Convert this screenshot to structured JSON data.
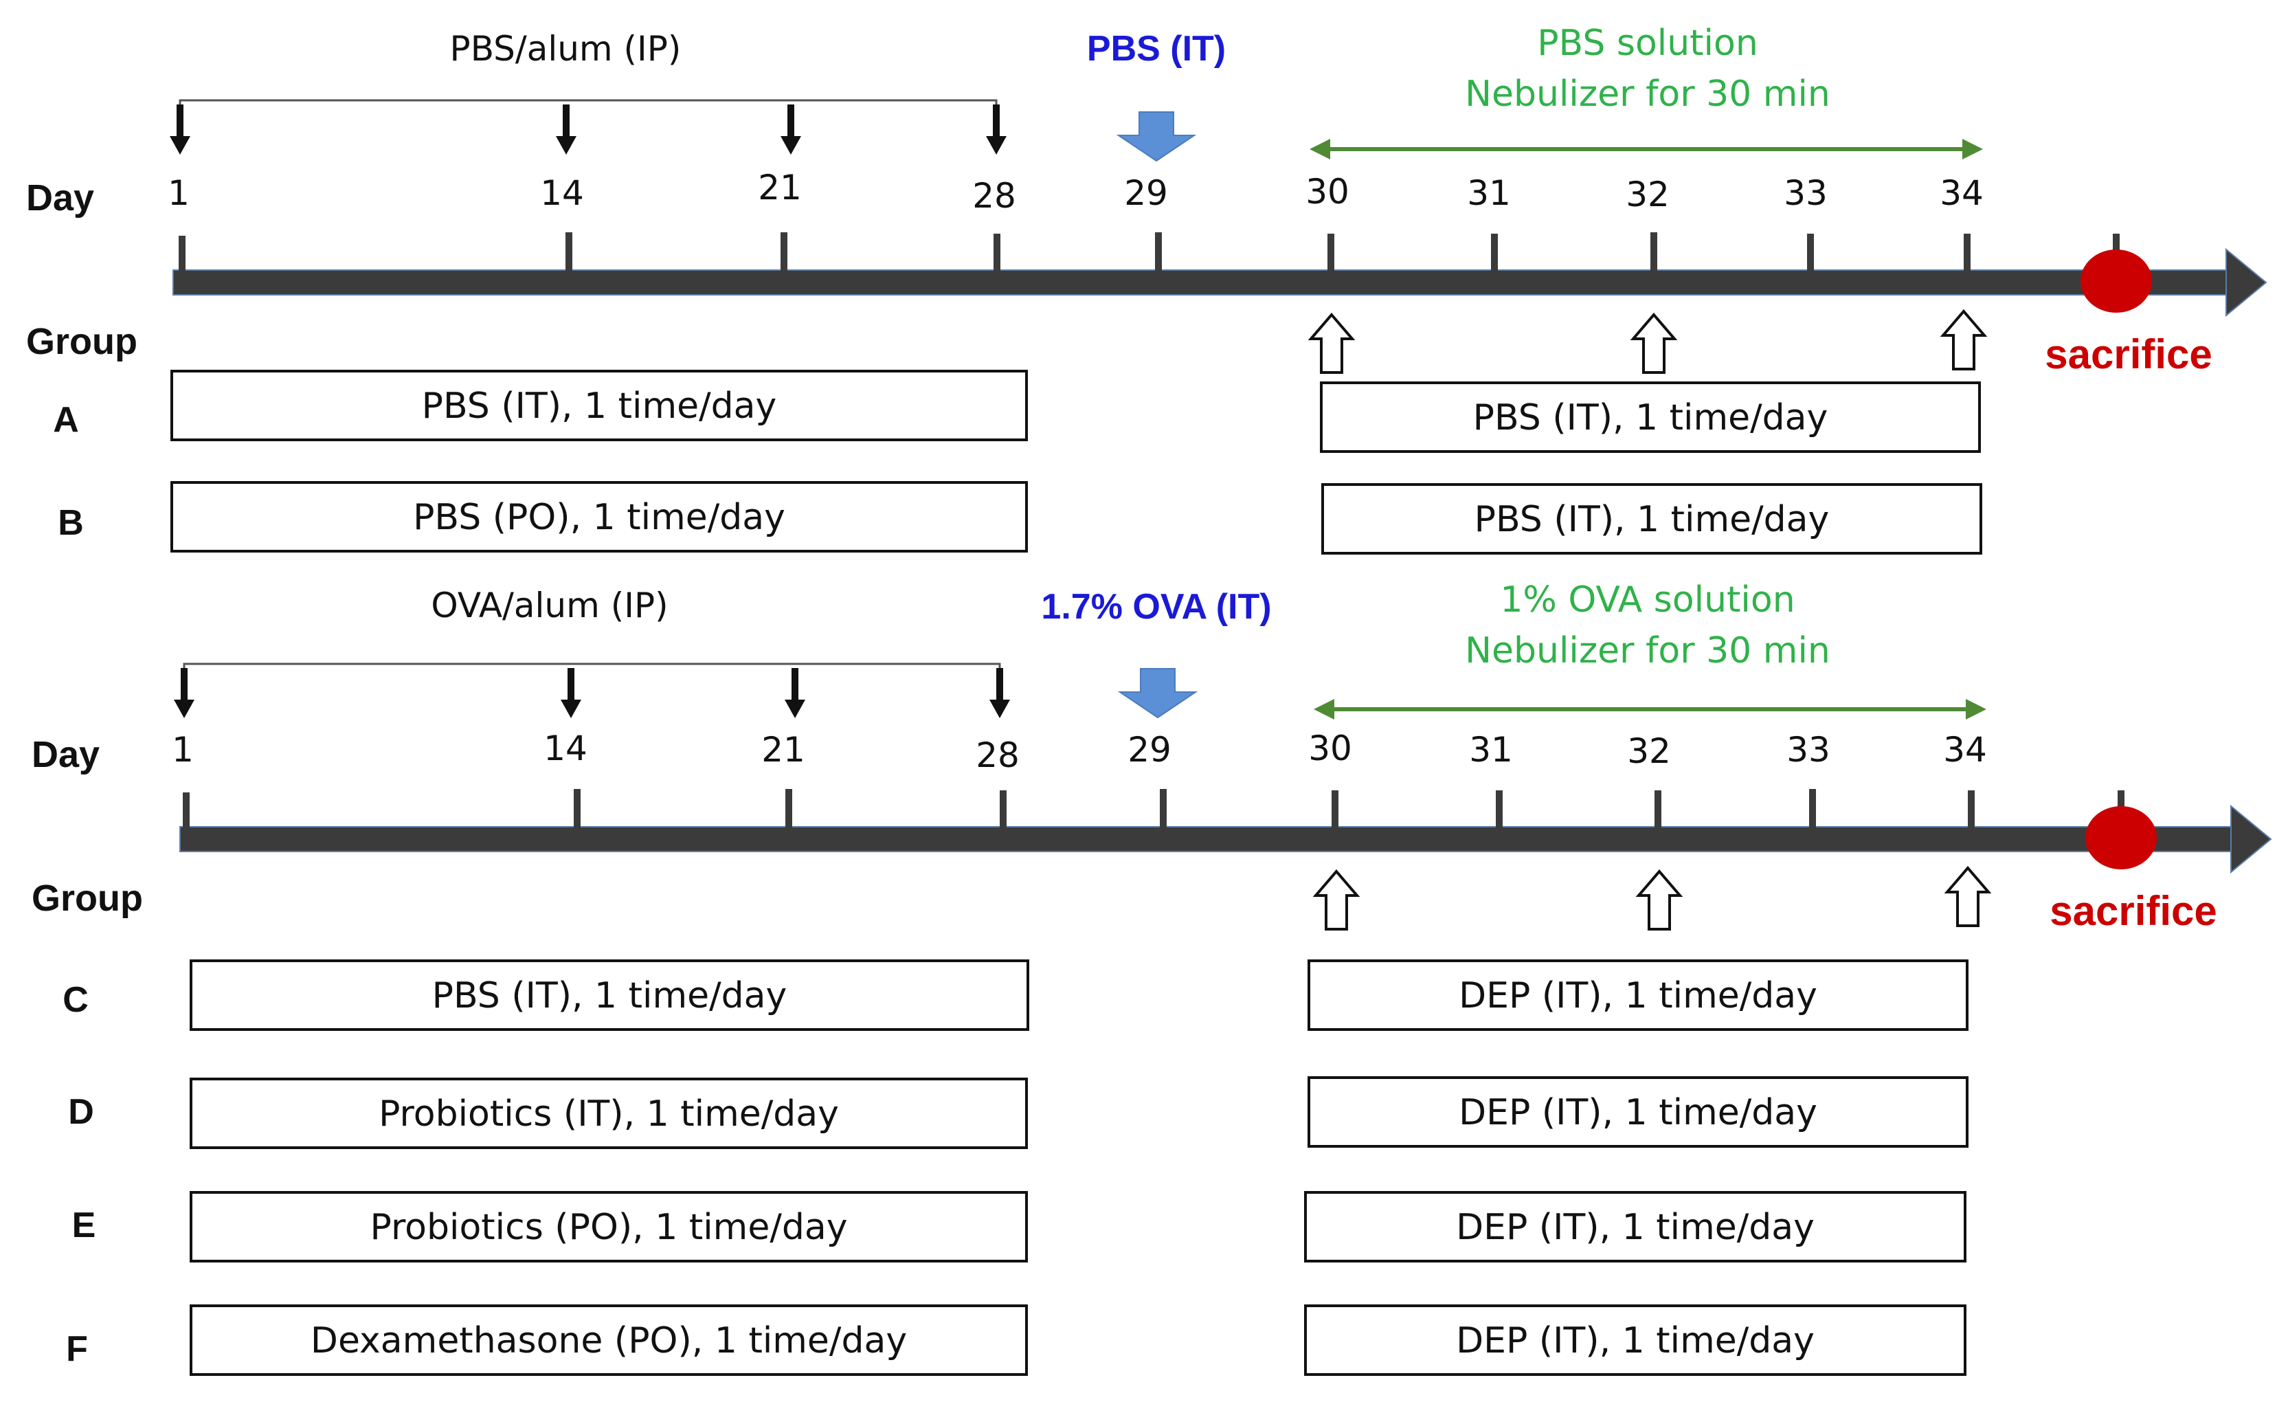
{
  "colors": {
    "axis": "#3b3b3b",
    "dose_arrow": "#5b8fd6",
    "nebulizer_arrow": "#4f8a35",
    "nebulizer_text": "#2fb24a",
    "intratracheal_text": "#1a1ad6",
    "sacrifice": "#cc0000"
  },
  "panel_top": {
    "sensitization_label": "PBS/alum (IP)",
    "challenge_label": "PBS (IT)",
    "nebulizer_line1": "PBS solution",
    "nebulizer_line2": "Nebulizer for 30 min",
    "day_label": "Day",
    "group_label": "Group",
    "sacrifice_label": "sacrifice",
    "days": [
      "1",
      "14",
      "21",
      "28",
      "29",
      "30",
      "31",
      "32",
      "33",
      "34"
    ],
    "groups": [
      {
        "name": "A",
        "pre": "PBS (IT), 1 time/day",
        "post": "PBS (IT), 1 time/day"
      },
      {
        "name": "B",
        "pre": "PBS (PO), 1 time/day",
        "post": "PBS (IT), 1 time/day"
      }
    ]
  },
  "panel_bottom": {
    "sensitization_label": "OVA/alum (IP)",
    "challenge_label": "1.7% OVA (IT)",
    "nebulizer_line1": "1% OVA solution",
    "nebulizer_line2": "Nebulizer for 30 min",
    "day_label": "Day",
    "group_label": "Group",
    "sacrifice_label": "sacrifice",
    "days": [
      "1",
      "14",
      "21",
      "28",
      "29",
      "30",
      "31",
      "32",
      "33",
      "34"
    ],
    "groups": [
      {
        "name": "C",
        "pre": "PBS (IT), 1 time/day",
        "post": "DEP (IT), 1 time/day"
      },
      {
        "name": "D",
        "pre": "Probiotics (IT), 1 time/day",
        "post": "DEP (IT), 1 time/day"
      },
      {
        "name": "E",
        "pre": "Probiotics (PO), 1 time/day",
        "post": "DEP (IT), 1 time/day"
      },
      {
        "name": "F",
        "pre": "Dexamethasone (PO), 1 time/day",
        "post": "DEP (IT), 1 time/day"
      }
    ]
  }
}
